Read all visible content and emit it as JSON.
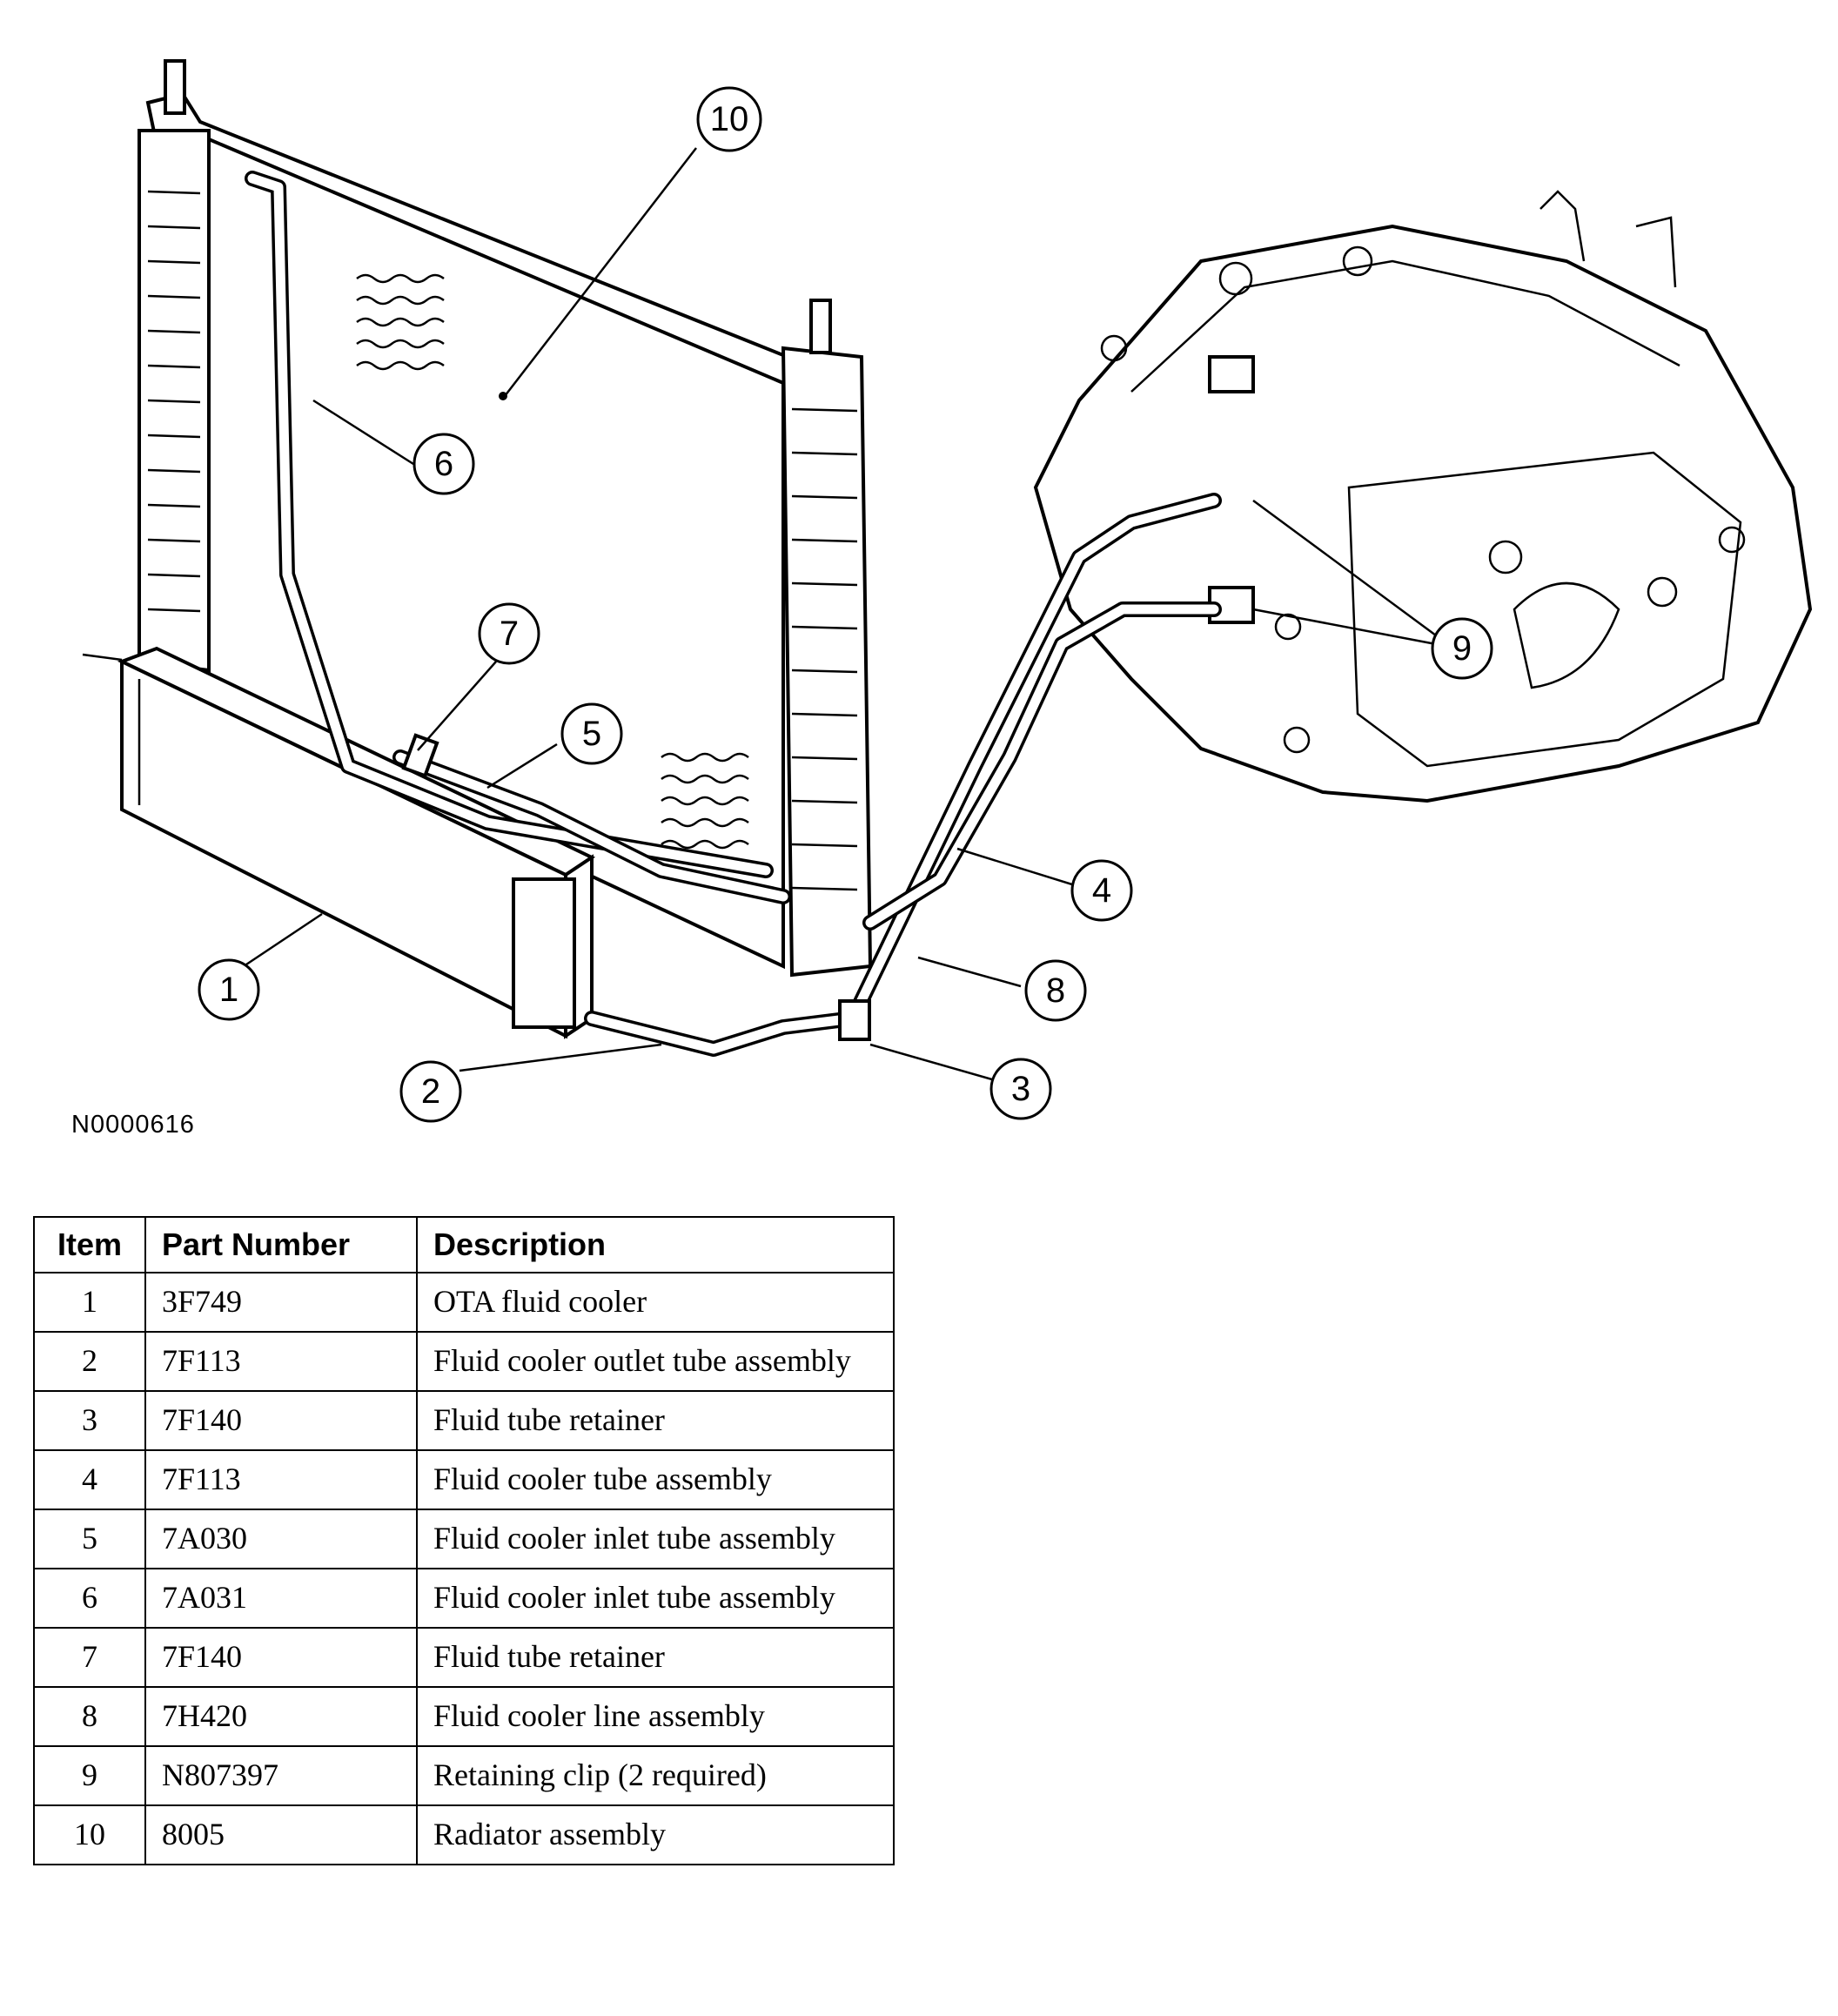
{
  "figure_code": "N0000616",
  "callouts": [
    {
      "number": "1"
    },
    {
      "number": "2"
    },
    {
      "number": "3"
    },
    {
      "number": "4"
    },
    {
      "number": "5"
    },
    {
      "number": "6"
    },
    {
      "number": "7"
    },
    {
      "number": "8"
    },
    {
      "number": "9"
    },
    {
      "number": "10"
    }
  ],
  "table": {
    "headers": {
      "item": "Item",
      "part_number": "Part Number",
      "description": "Description"
    },
    "rows": [
      {
        "item": "1",
        "part_number": "3F749",
        "description": "OTA fluid cooler"
      },
      {
        "item": "2",
        "part_number": "7F113",
        "description": "Fluid cooler outlet tube assembly"
      },
      {
        "item": "3",
        "part_number": "7F140",
        "description": "Fluid tube retainer"
      },
      {
        "item": "4",
        "part_number": "7F113",
        "description": "Fluid cooler tube assembly"
      },
      {
        "item": "5",
        "part_number": "7A030",
        "description": "Fluid cooler inlet tube assembly"
      },
      {
        "item": "6",
        "part_number": "7A031",
        "description": "Fluid cooler inlet tube assembly"
      },
      {
        "item": "7",
        "part_number": "7F140",
        "description": "Fluid tube retainer"
      },
      {
        "item": "8",
        "part_number": "7H420",
        "description": "Fluid cooler line assembly"
      },
      {
        "item": "9",
        "part_number": "N807397",
        "description": "Retaining clip (2 required)"
      },
      {
        "item": "10",
        "part_number": "8005",
        "description": "Radiator assembly"
      }
    ]
  }
}
